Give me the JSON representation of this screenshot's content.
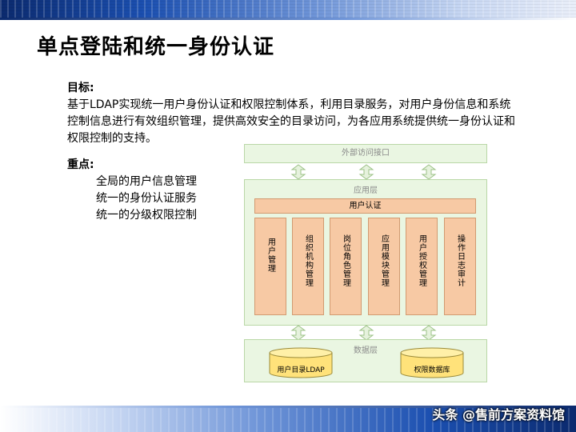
{
  "slide": {
    "title": "单点登陆和统一身份认证",
    "goal_label": "目标:",
    "goal_text": "基于LDAP实现统一用户身份认证和权限控制体系，利用目录服务，对用户身份信息和系统控制信息进行有效组织管理，提供高效安全的目录访问，为各应用系统提供统一身份认证和权限控制的支持。",
    "focus_label": "重点:",
    "focus_items": [
      "全局的用户信息管理",
      "统一的身份认证服务",
      "统一的分级权限控制"
    ]
  },
  "diagram": {
    "external_label": "外部访问接口",
    "app_layer_label": "应用层",
    "auth_label": "用户认证",
    "modules": [
      "用户管理",
      "组织机构管理",
      "岗位角色管理",
      "应用模块管理",
      "用户授权管理",
      "操作日志审计"
    ],
    "data_layer_label": "数据层",
    "databases": [
      "用户目录LDAP",
      "权限数据库"
    ]
  },
  "watermark": "头条 @售前方案资料馆",
  "colors": {
    "layer_fill": "#eaf6e2",
    "layer_border": "#b9d7a6",
    "module_fill": "#f7c9a4",
    "db_fill": "#ffe27a",
    "arrow_fill": "#e6f2dd"
  }
}
